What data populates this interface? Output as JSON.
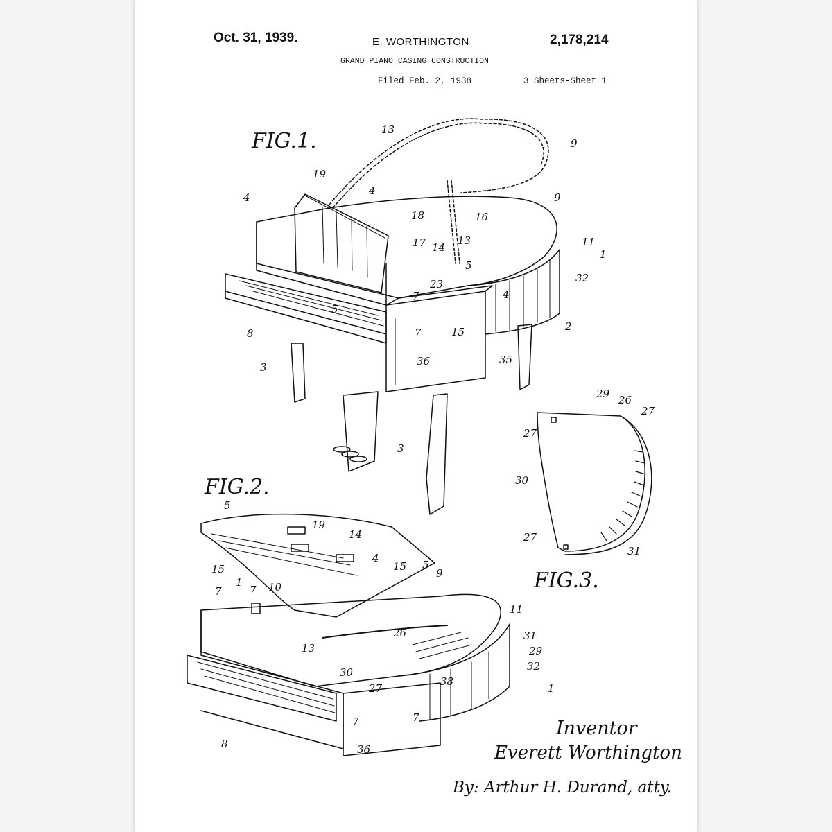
{
  "header": {
    "date": "Oct. 31, 1939.",
    "inventor": "E. WORTHINGTON",
    "patent_number": "2,178,214",
    "title": "GRAND PIANO CASING CONSTRUCTION",
    "filed": "Filed Feb. 2, 1938",
    "sheets": "3 Sheets-Sheet 1"
  },
  "figures": {
    "fig1": "FIG.1.",
    "fig2": "FIG.2.",
    "fig3": "FIG.3."
  },
  "fig1_refs": {
    "r13": "13",
    "r9a": "9",
    "r19": "19",
    "r4a": "4",
    "r4b": "4",
    "r9b": "9",
    "r16": "16",
    "r18": "18",
    "r17": "17",
    "r14": "14",
    "r13b": "13",
    "r11": "11",
    "r1": "1",
    "r5a": "5",
    "r23": "23",
    "r32": "32",
    "r4c": "4",
    "r7a": "7",
    "r5b": "5",
    "r15": "15",
    "r7b": "7",
    "r2": "2",
    "r8": "8",
    "r3a": "3",
    "r36": "36",
    "r35": "35",
    "r3b": "3"
  },
  "fig2_refs": {
    "r5a": "5",
    "r19": "19",
    "r14": "14",
    "r4": "4",
    "r15a": "15",
    "r15b": "15",
    "r5b": "5",
    "r9": "9",
    "r7a": "7",
    "r1a": "1",
    "r7b": "7",
    "r10": "10",
    "r11": "11",
    "r26": "26",
    "r31": "31",
    "r13": "13",
    "r29": "29",
    "r32": "32",
    "r30": "30",
    "r27": "27",
    "r38": "38",
    "r1b": "1",
    "r7c": "7",
    "r7d": "7",
    "r8": "8",
    "r36": "36"
  },
  "fig3_refs": {
    "r29": "29",
    "r26": "26",
    "r27a": "27",
    "r27b": "27",
    "r30": "30",
    "r27c": "27",
    "r31": "31"
  },
  "signature": {
    "label": "Inventor",
    "name": "Everett Worthington",
    "attorney": "By: Arthur H. Durand, atty."
  }
}
